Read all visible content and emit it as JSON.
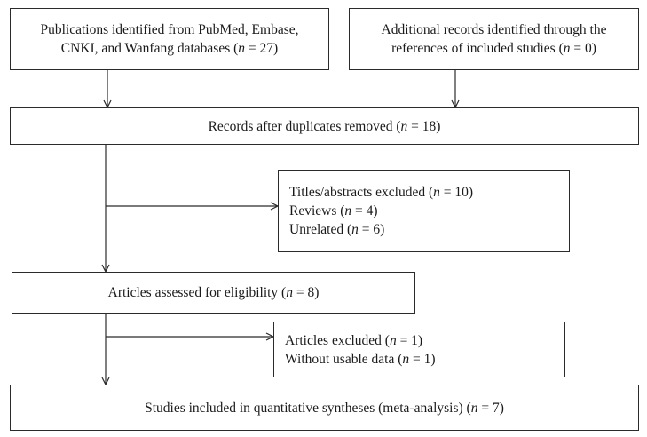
{
  "boxes": {
    "identified_databases": {
      "line1": "Publications identified from PubMed, Embase,",
      "line2_pre": "CNKI, and Wanfang databases (",
      "n_symbol": "n",
      "line2_post": " = 27)"
    },
    "additional_records": {
      "line1": "Additional records identified through the",
      "line2_pre": "references of included studies (",
      "n_symbol": "n",
      "line2_post": " = 0)"
    },
    "duplicates_removed": {
      "pre": "Records after duplicates removed (",
      "n_symbol": "n",
      "post": " = 18)"
    },
    "titles_abstracts_excluded": {
      "line1_pre": "Titles/abstracts excluded (",
      "line1_n": "n",
      "line1_post": " = 10)",
      "line2_pre": "Reviews (",
      "line2_n": "n",
      "line2_post": " = 4)",
      "line3_pre": "Unrelated (",
      "line3_n": "n",
      "line3_post": " = 6)"
    },
    "eligibility": {
      "pre": "Articles assessed for eligibility (",
      "n_symbol": "n",
      "post": " = 8)"
    },
    "articles_excluded": {
      "line1_pre": "Articles excluded (",
      "line1_n": "n",
      "line1_post": " = 1)",
      "line2_pre": "Without usable data (",
      "line2_n": "n",
      "line2_post": " = 1)"
    },
    "included": {
      "pre": "Studies included in quantitative syntheses (meta-analysis) (",
      "n_symbol": "n",
      "post": " = 7)"
    }
  }
}
